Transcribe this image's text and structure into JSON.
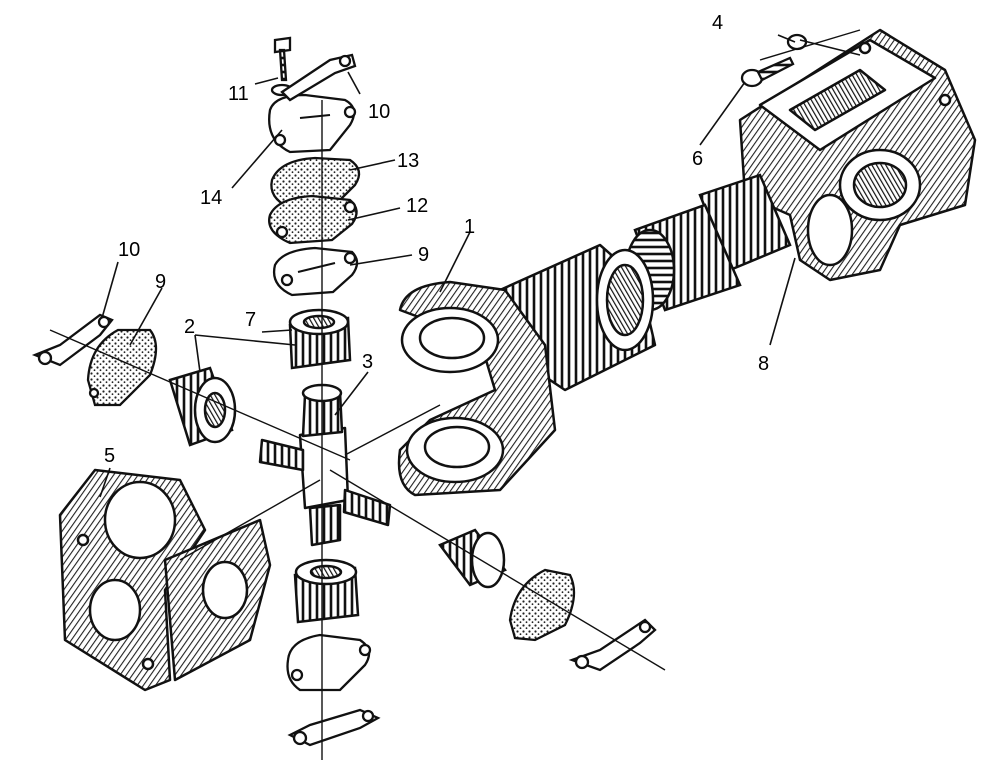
{
  "figure": {
    "callouts": [
      {
        "id": "c1",
        "text": "1"
      },
      {
        "id": "c2",
        "text": "2"
      },
      {
        "id": "c3",
        "text": "3"
      },
      {
        "id": "c4",
        "text": "4"
      },
      {
        "id": "c5",
        "text": "5"
      },
      {
        "id": "c6",
        "text": "6"
      },
      {
        "id": "c7",
        "text": "7"
      },
      {
        "id": "c8",
        "text": "8"
      },
      {
        "id": "c9a",
        "text": "9"
      },
      {
        "id": "c9b",
        "text": "9"
      },
      {
        "id": "c10a",
        "text": "10"
      },
      {
        "id": "c10b",
        "text": "10"
      },
      {
        "id": "c11",
        "text": "11"
      },
      {
        "id": "c12",
        "text": "12"
      },
      {
        "id": "c13",
        "text": "13"
      },
      {
        "id": "c14",
        "text": "14"
      }
    ]
  },
  "colors": {
    "ink": "#111111",
    "hatch": "#2a2a2a",
    "paper": "#ffffff"
  }
}
